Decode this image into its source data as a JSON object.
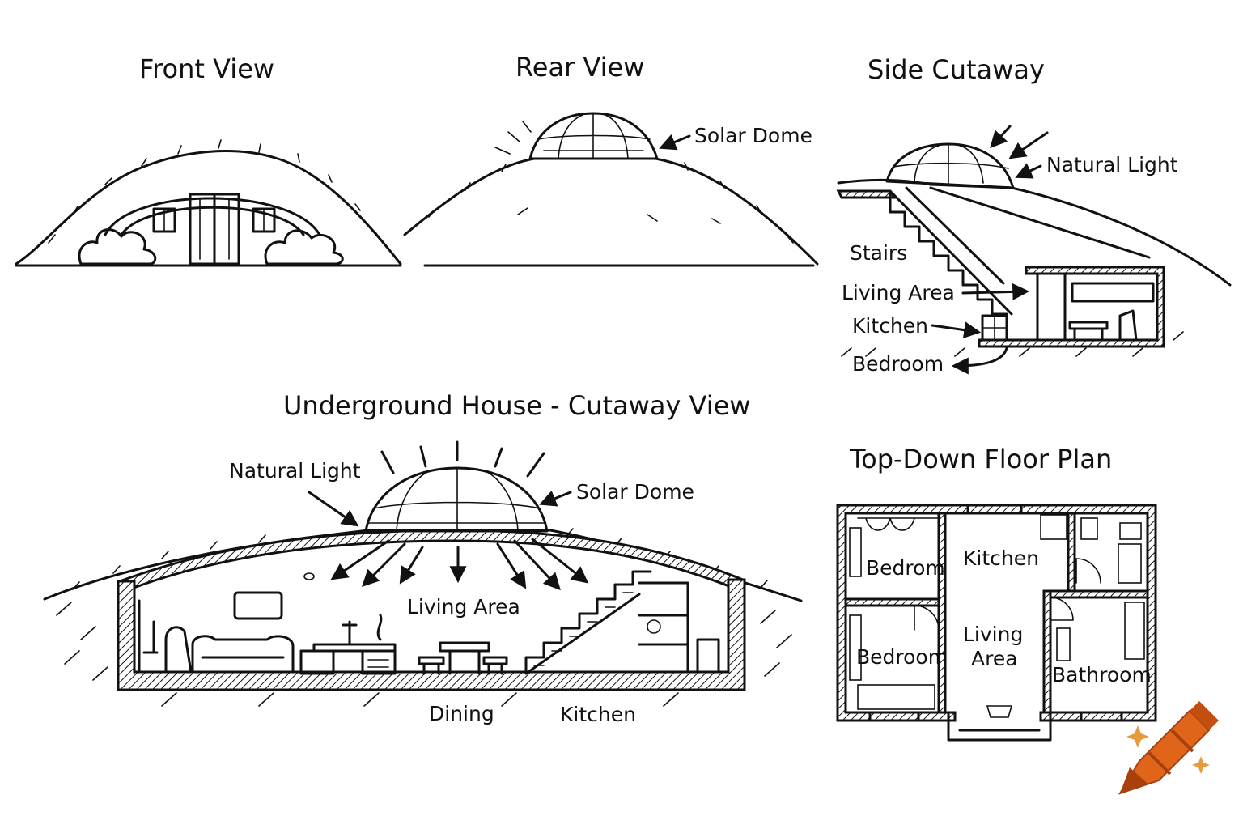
{
  "titles": {
    "front": "Front View",
    "rear": "Rear View",
    "side": "Side Cutaway",
    "main": "Underground House - Cutaway View",
    "plan": "Top-Down Floor Plan"
  },
  "rear": {
    "solar_dome": "Solar Dome"
  },
  "side": {
    "natural_light": "Natural Light",
    "stairs": "Stairs",
    "living_area": "Living Area",
    "kitchen": "Kitchen",
    "bedroom": "Bedroom"
  },
  "main": {
    "natural_light": "Natural Light",
    "solar_dome": "Solar Dome",
    "living_area": "Living Area",
    "dining": "Dining",
    "kitchen": "Kitchen"
  },
  "plan": {
    "bedrom": "Bedrom",
    "kitchen": "Kitchen",
    "bedroom": "Bedroom",
    "living_line1": "Living",
    "living_line2": "Area",
    "bathroom": "Bathroom"
  },
  "colors": {
    "ink": "#111111",
    "crayon": "#e0651a",
    "crayon_dark": "#a8400c",
    "sparkle": "#e69a3c"
  },
  "icons": [
    "crayon-logo-icon",
    "sparkle-icon"
  ]
}
